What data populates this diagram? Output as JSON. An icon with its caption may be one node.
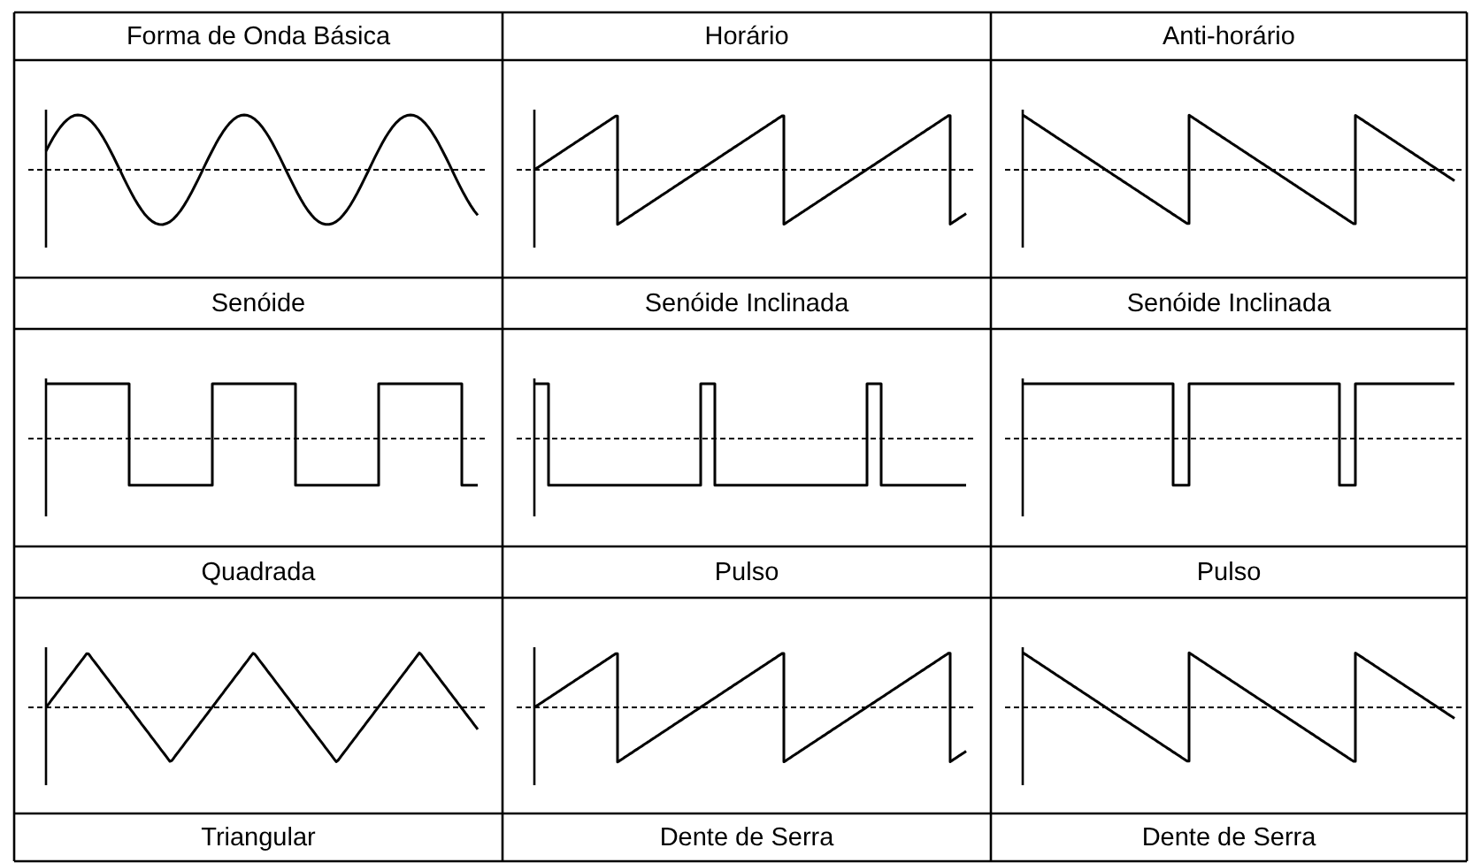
{
  "diagram": {
    "labels": [
      "Forma de Onda Básica",
      "Horário",
      "Anti-horário",
      "Senóide",
      "Senóide Inclinada",
      "Senóide Inclinada",
      "Quadrada",
      "Pulso",
      "Pulso",
      "Triangular",
      "Dente de Serra",
      "Dente de Serra"
    ]
  }
}
